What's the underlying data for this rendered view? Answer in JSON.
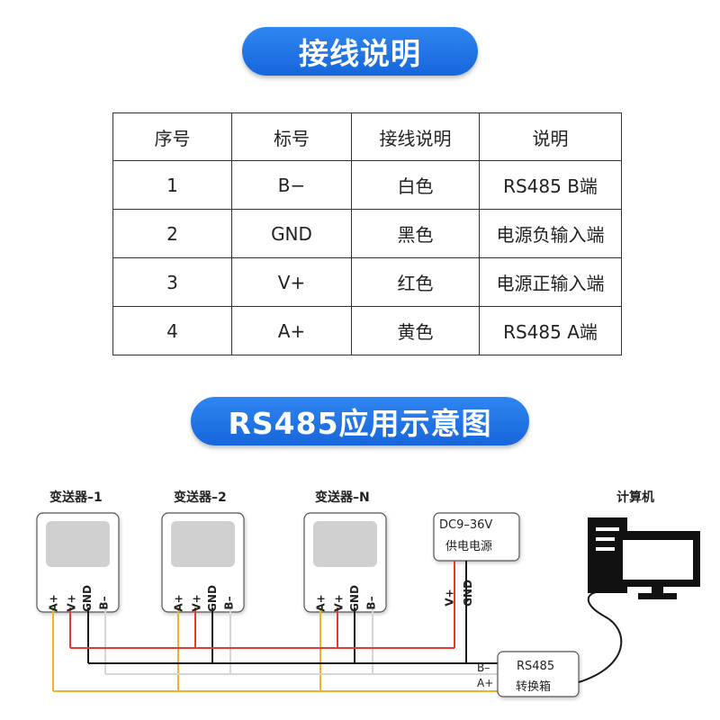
{
  "section1": {
    "title": "接线说明"
  },
  "table": {
    "headers": [
      "序号",
      "标号",
      "接线说明",
      "说明"
    ],
    "rows": [
      [
        "1",
        "B−",
        "白色",
        "RS485 B端"
      ],
      [
        "2",
        "GND",
        "黑色",
        "电源负输入端"
      ],
      [
        "3",
        "V+",
        "红色",
        "电源正输入端"
      ],
      [
        "4",
        "A+",
        "黄色",
        "RS485 A端"
      ]
    ]
  },
  "section2": {
    "title": "RS485应用示意图"
  },
  "diagram": {
    "transmitters": [
      "变送器–1",
      "变送器–2",
      "变送器–N"
    ],
    "pins": [
      "A+",
      "V+",
      "GND",
      "B–"
    ],
    "power": {
      "line1": "DC9–36V",
      "line2": "供电电源",
      "pins": [
        "V+",
        "GND"
      ]
    },
    "converter": {
      "line1": "RS485",
      "line2": "转换箱",
      "pin_b": "B–",
      "pin_a": "A+"
    },
    "computer": {
      "label": "计算机"
    },
    "wire_colors": {
      "red": "#e33b2e",
      "black": "#1a1a1a",
      "white": "#d6d6d6",
      "yellow": "#f0b323"
    },
    "brand_blue": "#1f74e6"
  }
}
